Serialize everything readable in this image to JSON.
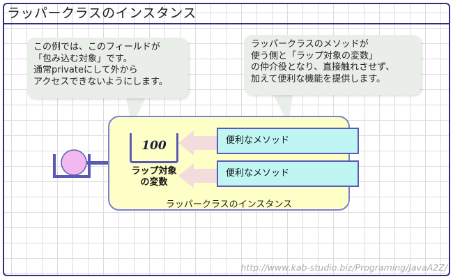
{
  "title": "ラッパークラスのインスタンス",
  "callout_left": {
    "lines": [
      "この例では、このフィールドが",
      "「包み込む対象」です。",
      "通常privateにして外から",
      "アクセスできないようにします。"
    ]
  },
  "callout_right": {
    "lines": [
      "ラッパークラスのメソッドが",
      "使う側と「ラップ対象の変数」",
      "の仲介役となり、直接触れさせず、",
      "加えて便利な機能を提供します。"
    ]
  },
  "wrapped_variable": {
    "value": "100",
    "label_lines": [
      "ラップ対象",
      "の変数"
    ]
  },
  "methods": [
    "便利なメソッド",
    "便利なメソッド"
  ],
  "instance_label": "ラッパークラスのインスタンス",
  "source_url": "http://www.kab-studio.biz/Programing/JavaA2Z/",
  "colors": {
    "frame": "#2d2d86",
    "grid": "#dcdcdc",
    "wrapper_fill": "#feffc6",
    "wrapper_border": "#7a7fd0",
    "method_fill": "#bff6f4",
    "arrow_fill": "#f3dcdc",
    "client_ball": "#f2b8f0",
    "client_cup": "#5a5ab5",
    "bubble_fill": "#e9eee9"
  }
}
